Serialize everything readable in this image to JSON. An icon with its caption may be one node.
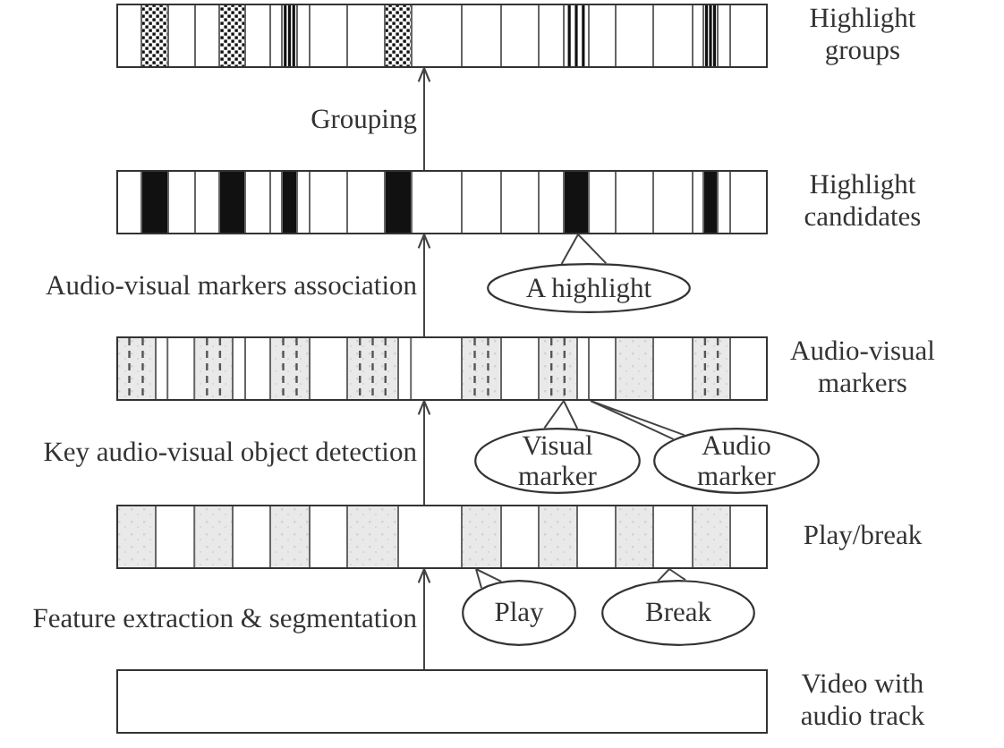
{
  "diagram": {
    "nodes": [
      {
        "text": [],
        "shape": "bar",
        "beside": [
          "Highlight groups"
        ]
      },
      {
        "text": [],
        "shape": "bar",
        "beside": [
          "Highlight candidates"
        ]
      },
      {
        "text": [
          "A highlight"
        ]
      },
      {
        "text": [],
        "shape": "bar",
        "beside": [
          "Audio-visual markers"
        ]
      },
      {
        "text": [
          "Visual marker"
        ]
      },
      {
        "text": [
          "Audio marker"
        ]
      },
      {
        "text": [],
        "shape": "bar",
        "beside": [
          "Play/break"
        ]
      },
      {
        "text": [
          "Play"
        ]
      },
      {
        "text": [
          "Break"
        ]
      },
      {
        "text": [],
        "shape": "bar",
        "beside": [
          "Video with audio track"
        ]
      }
    ],
    "edges": [
      {
        "from": 9,
        "to": 6,
        "arrow": "to",
        "label": "Feature extraction & segmentation"
      },
      {
        "from": 6,
        "to": 3,
        "arrow": "to",
        "label": "Key audio-visual object detection"
      },
      {
        "from": 3,
        "to": 1,
        "arrow": "to",
        "label": "Audio-visual markers association"
      },
      {
        "from": 1,
        "to": 0,
        "arrow": "to",
        "label": "Grouping"
      },
      {
        "from": 2,
        "to": 1,
        "arrow": "none"
      },
      {
        "from": 4,
        "to": 3,
        "arrow": "none"
      },
      {
        "from": 5,
        "to": 3,
        "arrow": "none"
      },
      {
        "from": 7,
        "to": 6,
        "arrow": "none"
      },
      {
        "from": 8,
        "to": 6,
        "arrow": "none"
      }
    ]
  }
}
